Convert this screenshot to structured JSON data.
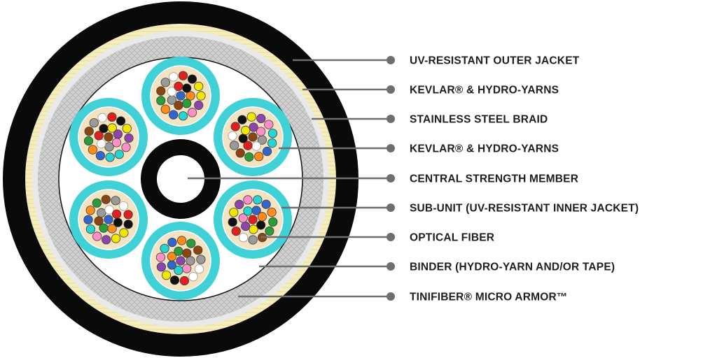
{
  "colors": {
    "outer_jacket": "#0a0a0a",
    "kevlar": "#f4eebc",
    "braid": "#d2d2d2",
    "subunit": "#3fd1d6",
    "fiber_fill": "#f3e3c0",
    "leader": "#6e6e6e",
    "label": "#1e1e1e"
  },
  "fiber_colors": [
    "#3366cc",
    "#ff8c1a",
    "#2a9d3a",
    "#8b4513",
    "#9a9a9a",
    "#ffffff",
    "#e02020",
    "#111111",
    "#f2e600",
    "#8e44ad",
    "#ff8fc8",
    "#27d4d4"
  ],
  "labels": [
    {
      "text": "UV-RESISTANT OUTER JACKET"
    },
    {
      "text": "KEVLAR® & HYDRO-YARNS"
    },
    {
      "text": "STAINLESS STEEL BRAID"
    },
    {
      "text": "KEVLAR® & HYDRO-YARNS"
    },
    {
      "text": "CENTRAL STRENGTH MEMBER"
    },
    {
      "text": "SUB-UNIT (UV-RESISTANT INNER JACKET)"
    },
    {
      "text": "OPTICAL FIBER"
    },
    {
      "text": "BINDER (HYDRO-YARN AND/OR TAPE)"
    },
    {
      "text": "TINIFIBER® MICRO ARMOR™"
    }
  ]
}
